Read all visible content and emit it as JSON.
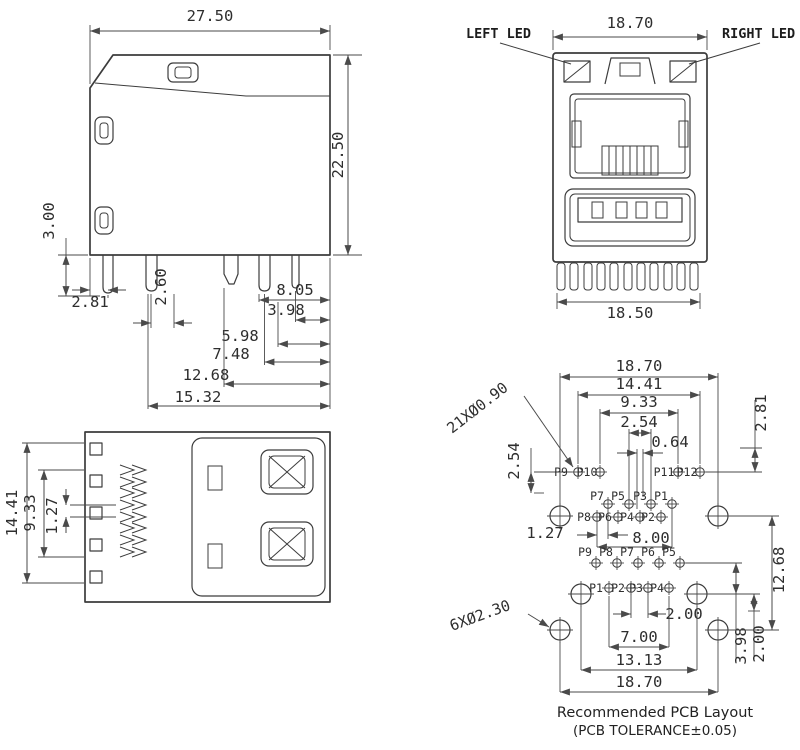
{
  "side_view": {
    "dims": {
      "width": "27.50",
      "height": "22.50",
      "pin_length": "3.00",
      "d281": "2.81",
      "d260": "2.60",
      "d805": "8.05",
      "d398": "3.98",
      "d598": "5.98",
      "d748": "7.48",
      "d1268": "12.68",
      "d1532": "15.32"
    }
  },
  "front_view": {
    "left_led_label": "LEFT LED",
    "right_led_label": "RIGHT LED",
    "dims": {
      "top_width": "18.70",
      "bottom_width": "18.50"
    }
  },
  "rear_view": {
    "dims": {
      "d1441": "14.41",
      "d933": "9.33",
      "d127": "1.27"
    }
  },
  "pcb_layout": {
    "dims": {
      "d1870_top": "18.70",
      "d1441": "14.41",
      "d933": "9.33",
      "d254_top": "2.54",
      "d064": "0.64",
      "d281": "2.81",
      "d254_left": "2.54",
      "d127": "1.27",
      "d800": "8.00",
      "d200_h": "2.00",
      "d700": "7.00",
      "d1313": "13.13",
      "d1870_bottom": "18.70",
      "d398": "3.98",
      "d200_v": "2.00",
      "d1268": "12.68"
    },
    "notes": {
      "small_holes": "21XØ0.90",
      "large_holes": "6XØ2.30"
    },
    "rj45_led_row": [
      "P9",
      "P10",
      "P11",
      "P12"
    ],
    "rj45_row_upper": [
      "P7",
      "P5",
      "P3",
      "P1"
    ],
    "rj45_row_lower": [
      "P8",
      "P6",
      "P4",
      "P2"
    ],
    "usb_row_upper": [
      "P9",
      "P8",
      "P7",
      "P6",
      "P5"
    ],
    "usb_row_lower": [
      "P1",
      "P2",
      "P3",
      "P4"
    ]
  },
  "footer": {
    "line1": "Recommended PCB Layout",
    "line2": "(PCB TOLERANCE±0.05)"
  }
}
